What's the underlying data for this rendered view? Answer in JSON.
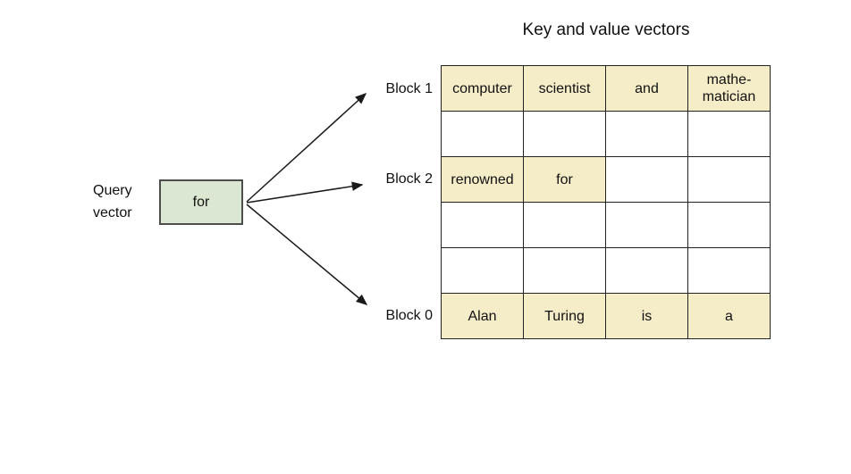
{
  "title": "Key and value vectors",
  "query_vector": {
    "label_line1": "Query",
    "label_line2": "vector",
    "token": "for"
  },
  "block_labels": [
    "Block 1",
    "Block 2",
    "Block 0"
  ],
  "table": {
    "columns": 4,
    "rows": [
      {
        "block": "Block 1",
        "cells": [
          {
            "text": "computer",
            "highlight": true
          },
          {
            "text": "scientist",
            "highlight": true
          },
          {
            "text": "and",
            "highlight": true
          },
          {
            "text": "mathe-matician",
            "highlight": true
          }
        ]
      },
      {
        "block": "",
        "cells": [
          {
            "text": "",
            "highlight": false
          },
          {
            "text": "",
            "highlight": false
          },
          {
            "text": "",
            "highlight": false
          },
          {
            "text": "",
            "highlight": false
          }
        ]
      },
      {
        "block": "Block 2",
        "cells": [
          {
            "text": "renowned",
            "highlight": true
          },
          {
            "text": "for",
            "highlight": true
          },
          {
            "text": "",
            "highlight": false
          },
          {
            "text": "",
            "highlight": false
          }
        ]
      },
      {
        "block": "",
        "cells": [
          {
            "text": "",
            "highlight": false
          },
          {
            "text": "",
            "highlight": false
          },
          {
            "text": "",
            "highlight": false
          },
          {
            "text": "",
            "highlight": false
          }
        ]
      },
      {
        "block": "",
        "cells": [
          {
            "text": "",
            "highlight": false
          },
          {
            "text": "",
            "highlight": false
          },
          {
            "text": "",
            "highlight": false
          },
          {
            "text": "",
            "highlight": false
          }
        ]
      },
      {
        "block": "Block 0",
        "cells": [
          {
            "text": "Alan",
            "highlight": true
          },
          {
            "text": "Turing",
            "highlight": true
          },
          {
            "text": "is",
            "highlight": true
          },
          {
            "text": "a",
            "highlight": true
          }
        ]
      }
    ]
  },
  "colors": {
    "cell_highlight": "#f5ecc8",
    "query_box_fill": "#dbe7d2",
    "query_box_border": "#4d4d4d",
    "table_border": "#222222",
    "arrow": "#1a1a1a"
  }
}
